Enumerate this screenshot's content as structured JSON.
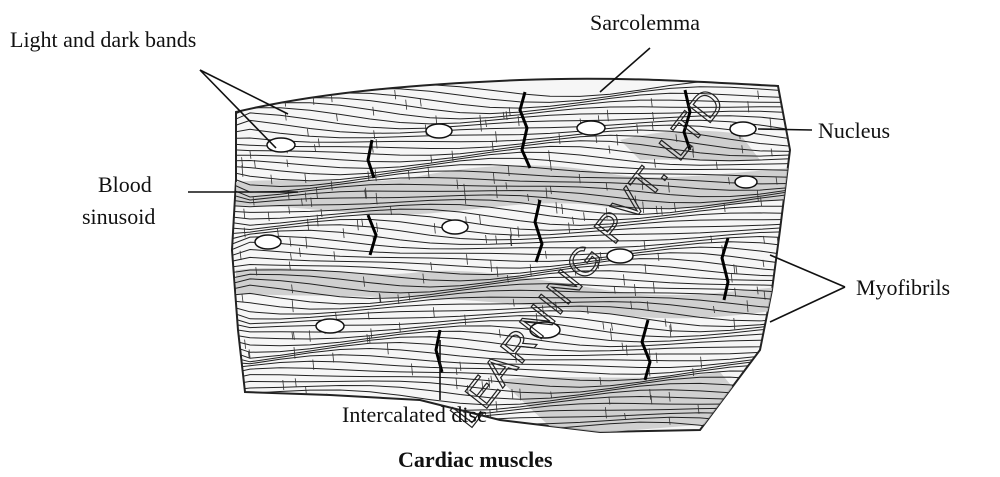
{
  "labels": {
    "light_dark_bands": "Light and dark bands",
    "sarcolemma": "Sarcolemma",
    "nucleus": "Nucleus",
    "blood_line1": "Blood",
    "blood_line2": "sinusoid",
    "myofibrils": "Myofibrils",
    "intercalated_disc": "Intercalated disc"
  },
  "caption": "Cardiac muscles",
  "watermark": "LEARNING PVT. LTD"
}
